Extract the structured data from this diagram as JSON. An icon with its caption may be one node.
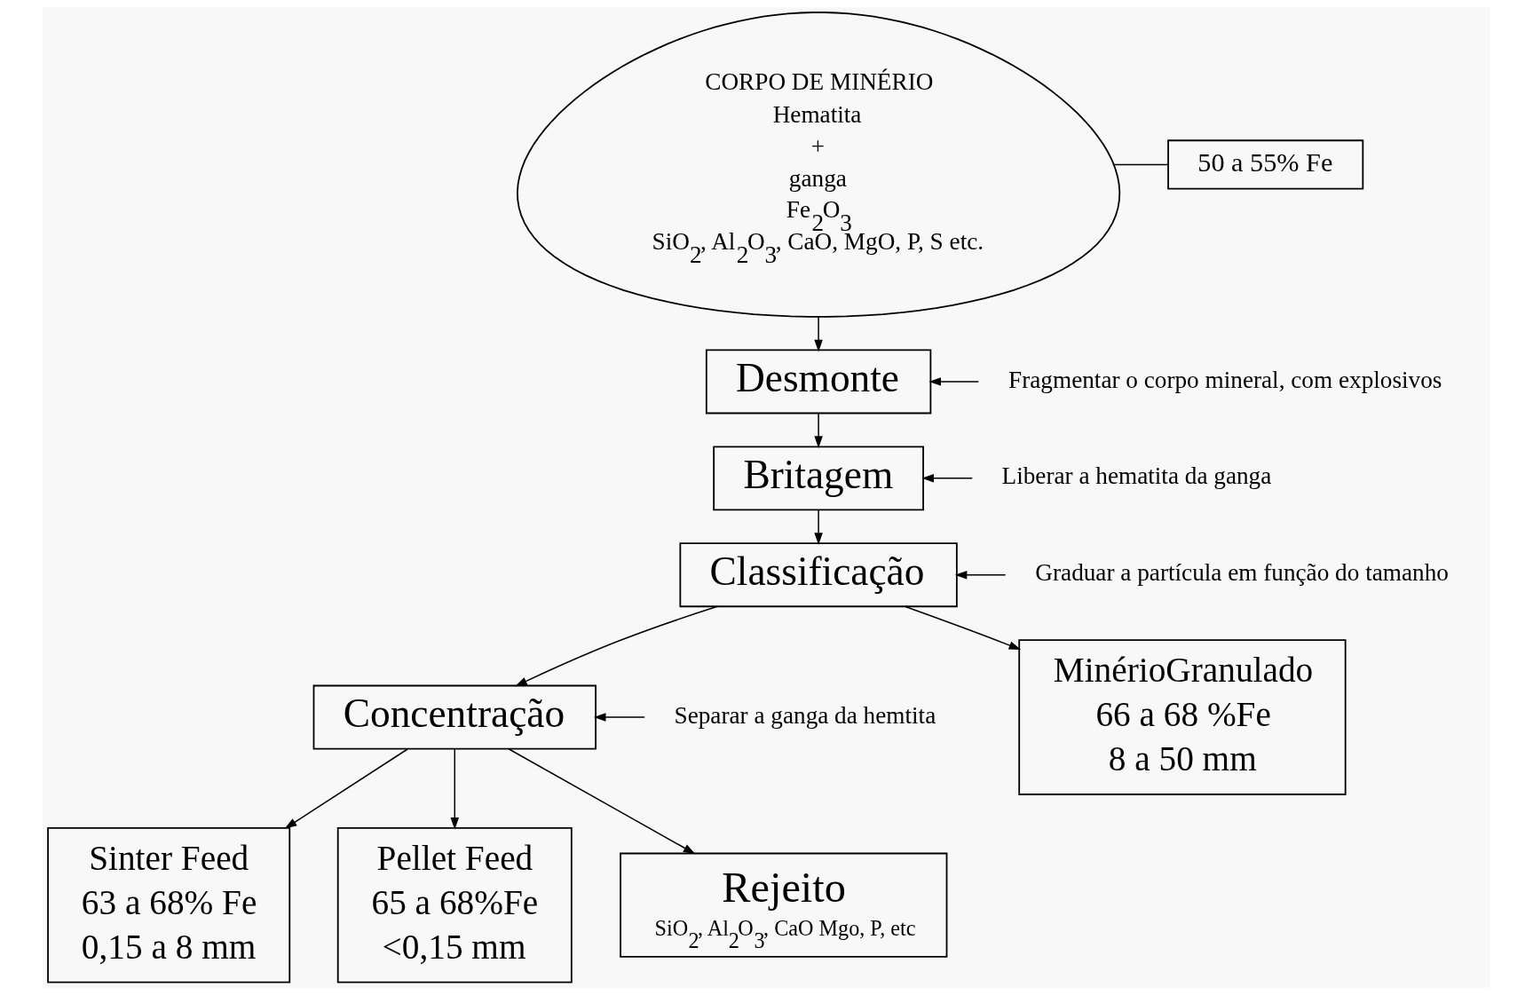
{
  "diagram": {
    "nodes": [
      {
        "text": [
          "CORPO DE MINÉRIO",
          "Hematita",
          "+",
          "ganga",
          "Fe$_{2}$O$_{3}$",
          "SiO$_{2}$, Al$_{2}$O$_{3}$, CaO, MgO, P, S etc."
        ]
      },
      {
        "text": [
          "50 a 55% Fe"
        ]
      },
      {
        "text": [
          "Desmonte"
        ]
      },
      {
        "text": [
          "Fragmentar o corpo mineral, com explosivos"
        ]
      },
      {
        "text": [
          "Britagem"
        ]
      },
      {
        "text": [
          "Liberar a hematita da ganga"
        ]
      },
      {
        "text": [
          "Classificação"
        ]
      },
      {
        "text": [
          "Graduar a partícula em função do tamanho"
        ]
      },
      {
        "text": [
          "Concentração"
        ]
      },
      {
        "text": [
          "Separar a ganga da hemtita"
        ]
      },
      {
        "text": [
          "Sinter Feed",
          "63 a 68% Fe",
          "0,15 a 8 mm"
        ]
      },
      {
        "text": [
          "Pellet Feed",
          "65 a 68%Fe",
          "<0,15 mm"
        ]
      },
      {
        "text": [
          "Rejeito",
          "SiO$_{2}$, Al$_{2}$O$_{3}$, CaO Mgo, P, etc"
        ]
      },
      {
        "text": [
          "MinérioGranulado",
          "66 a 68 %Fe",
          "8 a 50 mm"
        ]
      }
    ],
    "edges": [
      {
        "from": 0,
        "to": 1,
        "arrow": "none"
      },
      {
        "from": 0,
        "to": 2,
        "arrow": "to"
      },
      {
        "from": 3,
        "to": 2,
        "arrow": "to"
      },
      {
        "from": 2,
        "to": 4,
        "arrow": "to"
      },
      {
        "from": 5,
        "to": 4,
        "arrow": "to"
      },
      {
        "from": 4,
        "to": 6,
        "arrow": "to"
      },
      {
        "from": 7,
        "to": 6,
        "arrow": "to"
      },
      {
        "from": 6,
        "to": 8,
        "arrow": "to"
      },
      {
        "from": 9,
        "to": 8,
        "arrow": "to"
      },
      {
        "from": 8,
        "to": 10,
        "arrow": "to"
      },
      {
        "from": 8,
        "to": 11,
        "arrow": "to"
      },
      {
        "from": 8,
        "to": 12,
        "arrow": "to"
      },
      {
        "from": 6,
        "to": 13,
        "arrow": "to"
      }
    ]
  }
}
